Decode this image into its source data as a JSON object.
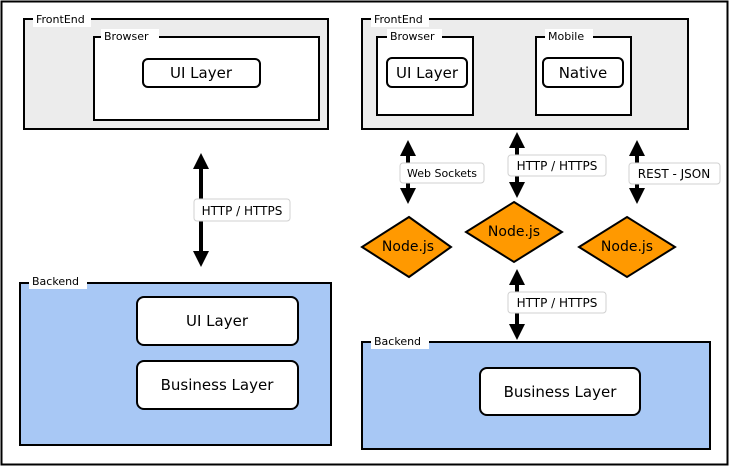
{
  "left": {
    "frontend": {
      "title": "FrontEnd"
    },
    "browser": {
      "title": "Browser",
      "ui_layer": "UI Layer"
    },
    "connection": {
      "label": "HTTP / HTTPS"
    },
    "backend": {
      "title": "Backend",
      "ui_layer": "UI Layer",
      "business_layer": "Business Layer"
    }
  },
  "right": {
    "frontend": {
      "title": "FrontEnd"
    },
    "browser": {
      "title": "Browser",
      "ui_layer": "UI Layer"
    },
    "mobile": {
      "title": "Mobile",
      "native": "Native"
    },
    "connections": {
      "web_sockets": "Web Sockets",
      "http_top": "HTTP / HTTPS",
      "rest_json": "REST - JSON",
      "http_bottom": "HTTP / HTTPS"
    },
    "nodes": [
      "Node.js",
      "Node.js",
      "Node.js"
    ],
    "backend": {
      "title": "Backend",
      "business_layer": "Business Layer"
    }
  },
  "colors": {
    "frontend_fill": "#ececec",
    "backend_fill": "#a8c8f5",
    "node_fill": "#ff9900",
    "box_fill": "#ffffff",
    "stroke": "#000000"
  }
}
